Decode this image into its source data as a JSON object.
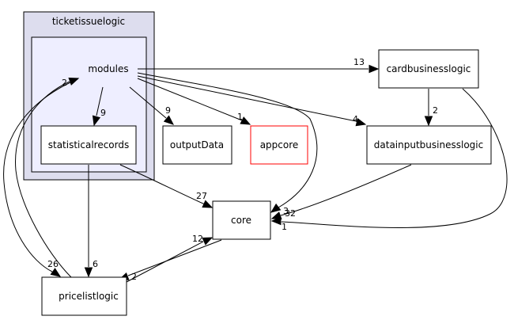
{
  "cluster_outer": {
    "label": "ticketissuelogic",
    "fill": "#ddddee",
    "stroke": "#000000"
  },
  "cluster_inner": {
    "fill": "#eeeeff",
    "stroke": "#000000"
  },
  "nodes": {
    "modules": {
      "label": "modules"
    },
    "statisticalrecords": {
      "label": "statisticalrecords"
    },
    "outputData": {
      "label": "outputData"
    },
    "appcore": {
      "label": "appcore",
      "stroke": "#ff0000"
    },
    "cardbusinesslogic": {
      "label": "cardbusinesslogic"
    },
    "datainputbusinesslogic": {
      "label": "datainputbusinesslogic"
    },
    "core": {
      "label": "core"
    },
    "pricelistlogic": {
      "label": "pricelistlogic"
    }
  },
  "edges": [
    {
      "from": "modules",
      "to": "cardbusinesslogic",
      "label": "13"
    },
    {
      "from": "modules",
      "to": "statisticalrecords",
      "label": "9"
    },
    {
      "from": "modules",
      "to": "outputData",
      "label": "9"
    },
    {
      "from": "modules",
      "to": "appcore",
      "label": "1"
    },
    {
      "from": "modules",
      "to": "datainputbusinesslogic",
      "label": "4"
    },
    {
      "from": "modules",
      "to": "core",
      "label": "3"
    },
    {
      "from": "modules",
      "to": "pricelistlogic",
      "label": "26"
    },
    {
      "from": "cardbusinesslogic",
      "to": "datainputbusinesslogic",
      "label": "2"
    },
    {
      "from": "cardbusinesslogic",
      "to": "core",
      "label": "1"
    },
    {
      "from": "datainputbusinesslogic",
      "to": "core",
      "label": "32"
    },
    {
      "from": "statisticalrecords",
      "to": "core",
      "label": "27"
    },
    {
      "from": "statisticalrecords",
      "to": "pricelistlogic",
      "label": "6"
    },
    {
      "from": "pricelistlogic",
      "to": "modules",
      "label": "2"
    },
    {
      "from": "pricelistlogic",
      "to": "core",
      "label": "12"
    },
    {
      "from": "core",
      "to": "pricelistlogic",
      "label": "2"
    }
  ]
}
